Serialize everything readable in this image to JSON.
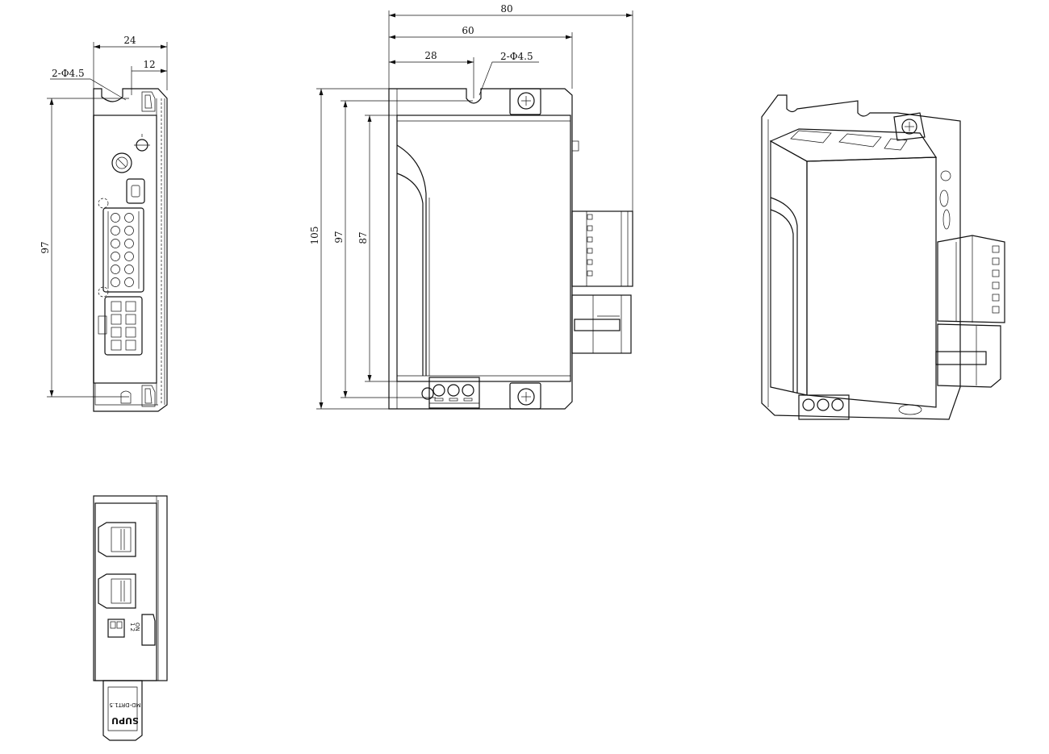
{
  "drawing": {
    "side_view": {
      "dim_width": "24",
      "dim_half": "12",
      "hole_note": "2-Φ4.5",
      "dim_height": "97"
    },
    "front_view": {
      "dim_total_width": "80",
      "dim_body_width": "60",
      "dim_hole_offset": "28",
      "hole_note": "2-Φ4.5",
      "dim_total_height": "105",
      "dim_hole_spacing": "97",
      "dim_body_height": "87"
    },
    "bottom_view": {
      "dip_label": "1 2",
      "dip_sub": "ON",
      "brand_model": "MD-DRT1.5",
      "brand_logo": "SUPU"
    }
  }
}
